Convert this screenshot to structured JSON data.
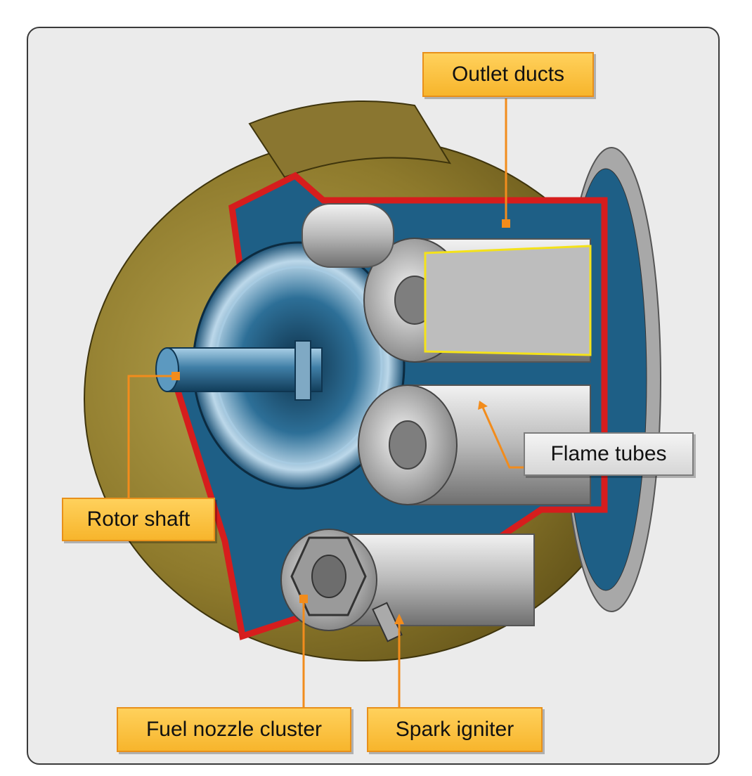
{
  "labels": {
    "outlet_ducts": "Outlet ducts",
    "flame_tubes": "Flame tubes",
    "rotor_shaft": "Rotor shaft",
    "fuel_nozzle_cluster": "Fuel nozzle cluster",
    "spark_igniter": "Spark igniter"
  },
  "colors": {
    "casing": "#8f7a2e",
    "cutaway_edge": "#d61d1d",
    "interior": "#1e5f86",
    "metal": "#c9c9c9",
    "label_fill": "#f9bf3a",
    "label_border": "#e8901a",
    "flame_tubes_label_fill": "#e2e2e2",
    "leader_line": "#f28c1c",
    "background": "#ebebeb"
  }
}
